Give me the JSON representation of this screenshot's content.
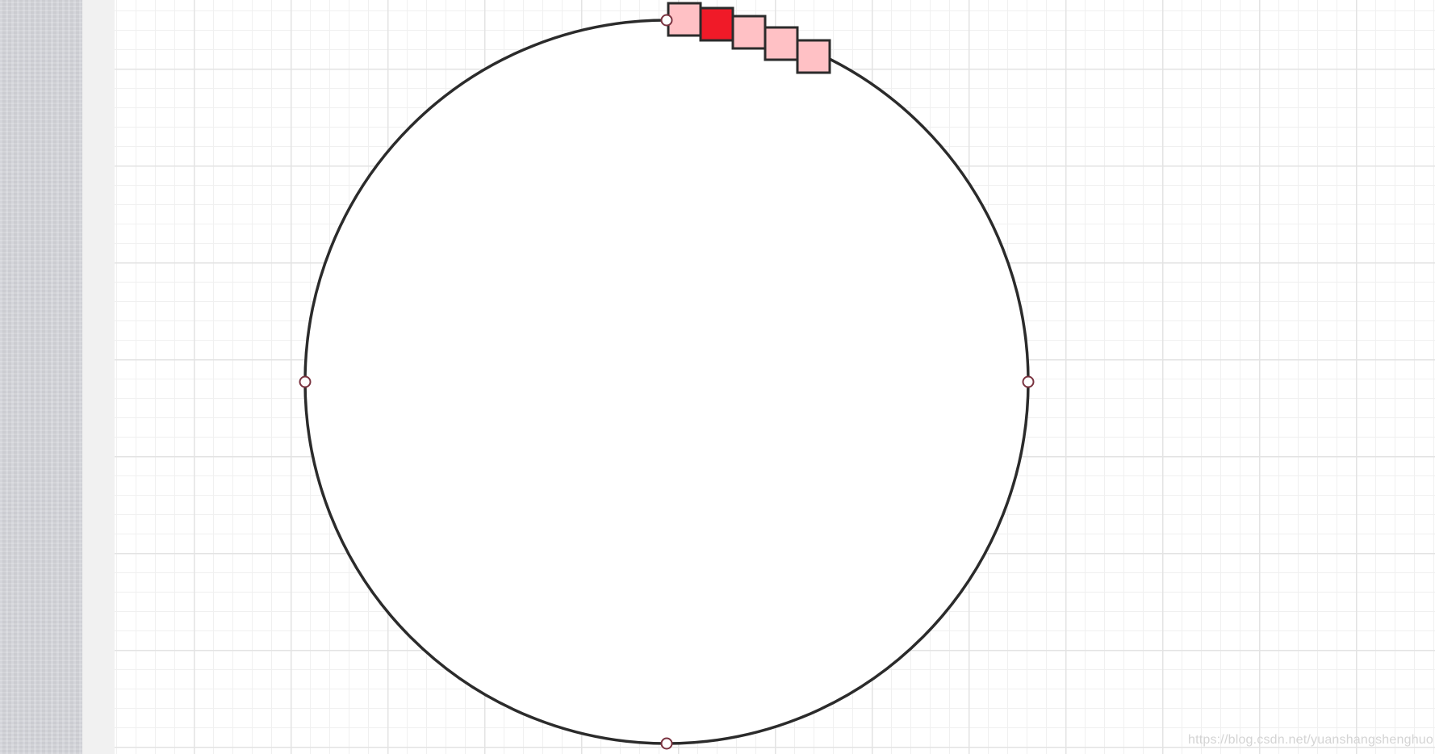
{
  "canvas": {
    "shape": "circle",
    "stroke_color": "#2b2b2b",
    "handle_fill": "#ffffff",
    "handle_stroke": "#7a3340",
    "squares": [
      {
        "state": "light",
        "fill": "#ffc1c5"
      },
      {
        "state": "highlighted",
        "fill": "#f01a28"
      },
      {
        "state": "light",
        "fill": "#ffc1c5"
      },
      {
        "state": "light",
        "fill": "#ffc1c5"
      },
      {
        "state": "light",
        "fill": "#ffc1c5"
      }
    ]
  },
  "watermark": "https://blog.csdn.net/yuanshangshenghuo"
}
